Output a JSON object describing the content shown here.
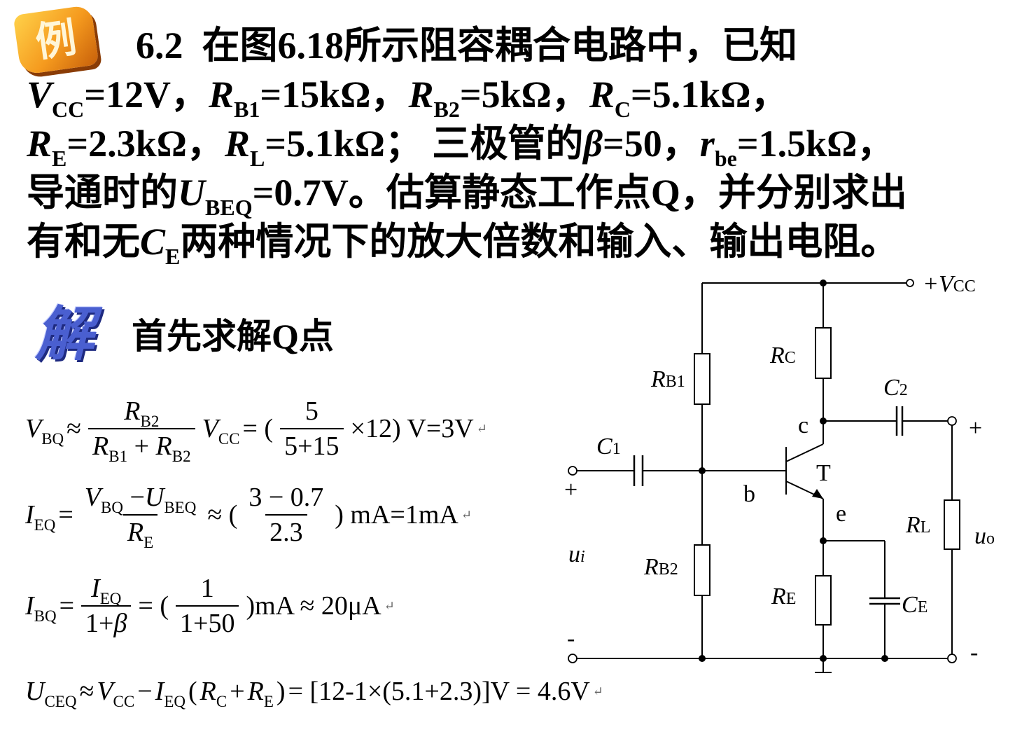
{
  "problem": {
    "badge_label": "例",
    "line1": {
      "number": "6.2",
      "text": "在图6.18所示阻容耦合电路中，已知"
    },
    "line2": [
      {
        "sym": "V",
        "sub": "CC",
        "val": "=12V，"
      },
      {
        "sym": "R",
        "sub": "B1",
        "val": "=15kΩ，"
      },
      {
        "sym": "R",
        "sub": "B2",
        "val": "=5kΩ，"
      },
      {
        "sym": "R",
        "sub": "C",
        "val": "=5.1kΩ，"
      }
    ],
    "line3": {
      "re_sym": "R",
      "re_sub": "E",
      "re_val": "=2.3kΩ，",
      "rl_sym": "R",
      "rl_sub": "L",
      "rl_val": "=5.1kΩ；",
      "transistor_text": "三极管的",
      "beta": "β",
      "beta_val": "=50，",
      "rbe_sym": "r",
      "rbe_sub": "be",
      "rbe_val": "=1.5kΩ，"
    },
    "line4": {
      "pre": "导通时的",
      "sym": "U",
      "sub": "BEQ",
      "post": "=0.7V。估算静态工作点Q，并分别求出"
    },
    "line5": {
      "pre": "有和无",
      "sym": "C",
      "sub": "E",
      "post": "两种情况下的放大倍数和输入、输出电阻。"
    }
  },
  "solution": {
    "badge_label": "解",
    "heading": "首先求解Q点",
    "eq1": {
      "lhs_sym": "V",
      "lhs_sub": "BQ",
      "approx": "≈",
      "num_sym": "R",
      "num_sub": "B2",
      "den_a_sym": "R",
      "den_a_sub": "B1",
      "den_plus": "+",
      "den_b_sym": "R",
      "den_b_sub": "B2",
      "vcc_sym": "V",
      "vcc_sub": "CC",
      "eq": "= (",
      "frac_num": "5",
      "frac_den": "5+15",
      "tail": "×12) V=3V",
      "mark": "↵"
    },
    "eq2": {
      "lhs_sym": "I",
      "lhs_sub": "EQ",
      "eq": "=",
      "num_a_sym": "V",
      "num_a_sub": "BQ",
      "num_minus": "−",
      "num_b_sym": "U",
      "num_b_sub": "BEQ",
      "den_sym": "R",
      "den_sub": "E",
      "approx": "≈ (",
      "frac_num": "3 − 0.7",
      "frac_den": "2.3",
      "tail": ") mA=1mA",
      "mark": "↵"
    },
    "eq3": {
      "lhs_sym": "I",
      "lhs_sub": "BQ",
      "eq": "=",
      "num_sym": "I",
      "num_sub": "EQ",
      "den_pre": "1+",
      "den_beta": "β",
      "eq2": "= (",
      "frac_num": "1",
      "frac_den": "1+50",
      "tail": ")mA ≈ 20μA",
      "mark": "↵"
    },
    "eq4": {
      "lhs_sym": "U",
      "lhs_sub": "CEQ",
      "approx": "≈",
      "vcc_sym": "V",
      "vcc_sub": "CC",
      "minus": "−",
      "i_sym": "I",
      "i_sub": "EQ",
      "open": "(",
      "rc_sym": "R",
      "rc_sub": "C",
      "plus": "+",
      "re_sym": "R",
      "re_sub": "E",
      "close": ")",
      "tail": "= [12-1×(5.1+2.3)]V = 4.6V",
      "mark": "↵"
    }
  },
  "circuit": {
    "vcc_label": "+V",
    "vcc_sub": "CC",
    "rc": {
      "sym": "R",
      "sub": "C"
    },
    "rb1": {
      "sym": "R",
      "sub": "B1"
    },
    "rb2": {
      "sym": "R",
      "sub": "B2"
    },
    "re": {
      "sym": "R",
      "sub": "E"
    },
    "rl": {
      "sym": "R",
      "sub": "L"
    },
    "c1": {
      "sym": "C",
      "sub": "1"
    },
    "c2": {
      "sym": "C",
      "sub": "2"
    },
    "ce": {
      "sym": "C",
      "sub": "E"
    },
    "node_c": "c",
    "node_b": "b",
    "node_e": "e",
    "transistor": "T",
    "ui": {
      "sym": "u",
      "sub": "i"
    },
    "uo": {
      "sym": "u",
      "sub": "o"
    },
    "in_plus": "+",
    "in_minus": "-",
    "out_plus": "+",
    "out_minus": "-"
  }
}
